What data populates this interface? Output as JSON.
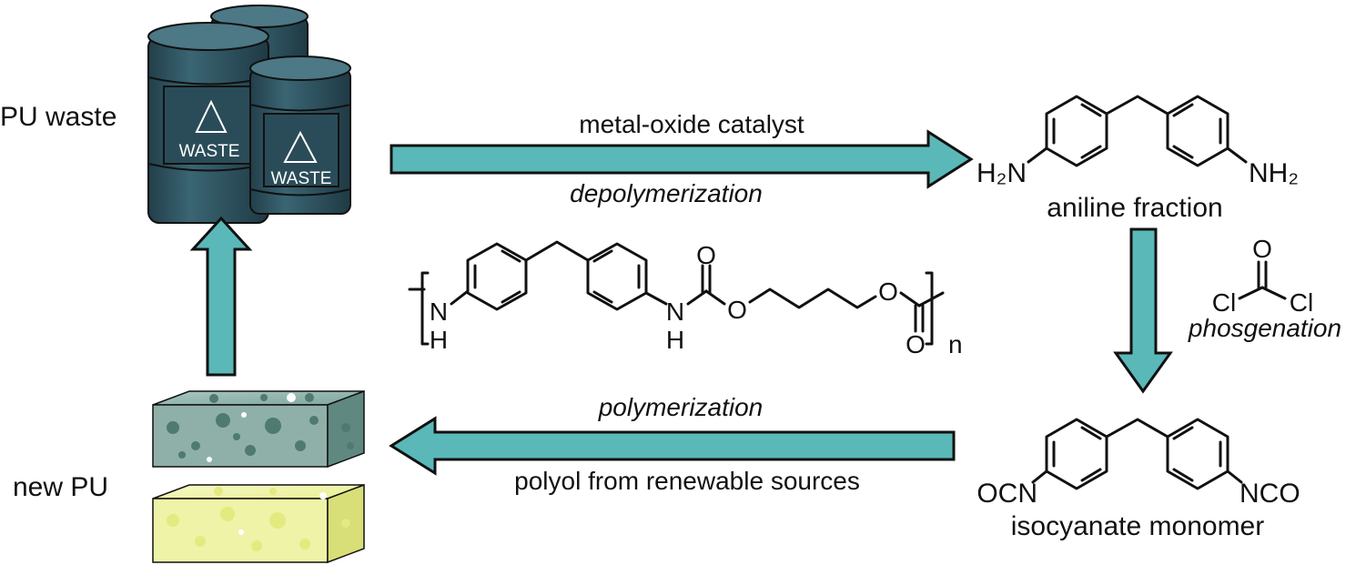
{
  "labels": {
    "pu_waste": "PU waste",
    "new_pu": "new PU",
    "waste_text": "WASTE",
    "catalyst": "metal-oxide catalyst",
    "depolymerization": "depolymerization",
    "aniline_fraction": "aniline fraction",
    "phosgenation": "phosgenation",
    "isocyanate_monomer": "isocyanate monomer",
    "polymerization": "polymerization",
    "polyol": "polyol from renewable sources"
  },
  "atoms": {
    "h2n": "H₂N",
    "nh2": "NH₂",
    "ocn": "OCN",
    "nco": "NCO",
    "cl": "Cl",
    "o": "O",
    "n": "N",
    "h": "H",
    "n_sub": "n"
  },
  "colors": {
    "arrow_fill": "#5ab8b8",
    "barrel": "#2f5563",
    "barrel_dark": "#244450",
    "foam_green": "#6f9a90",
    "foam_yellow": "#eef2a0"
  }
}
